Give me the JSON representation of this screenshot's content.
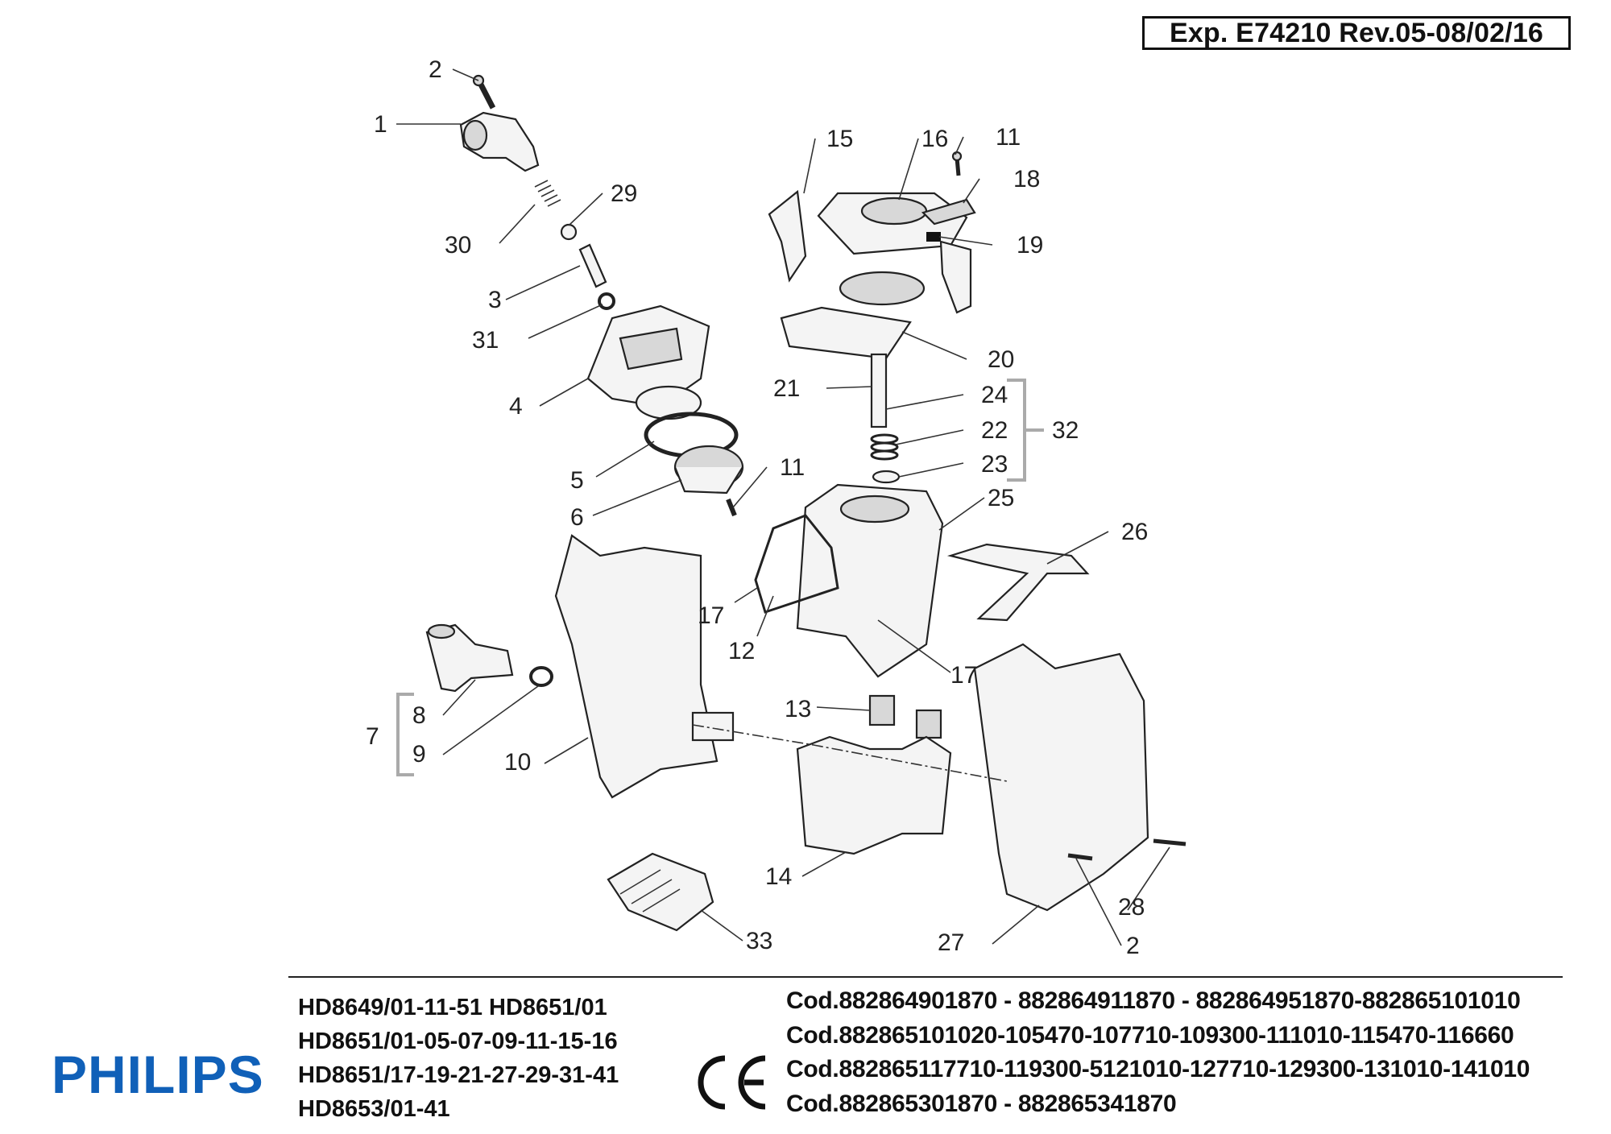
{
  "header": {
    "exp_label": "Exp. E74210 Rev.05-08/02/16"
  },
  "callouts": [
    "1",
    "2",
    "3",
    "4",
    "5",
    "6",
    "7",
    "8",
    "9",
    "10",
    "11",
    "11",
    "12",
    "13",
    "14",
    "15",
    "16",
    "17",
    "17",
    "18",
    "19",
    "20",
    "21",
    "22",
    "23",
    "24",
    "25",
    "26",
    "27",
    "28",
    "2",
    "29",
    "30",
    "31",
    "32",
    "33"
  ],
  "footer": {
    "brand": "PHILIPS",
    "models": [
      "HD8649/01-11-51 HD8651/01",
      "HD8651/01-05-07-09-11-15-16",
      "HD8651/17-19-21-27-29-31-41",
      "HD8653/01-41"
    ],
    "codes": [
      "Cod.882864901870 - 882864911870 - 882864951870-882865101010",
      "Cod.882865101020-105470-107710-109300-111010-115470-116660",
      "Cod.882865117710-119300-5121010-127710-129300-131010-141010",
      "Cod.882865301870 - 882865341870"
    ]
  },
  "icons": {
    "ce_mark": "ce-mark-icon",
    "brand_color": "#1060b8"
  }
}
